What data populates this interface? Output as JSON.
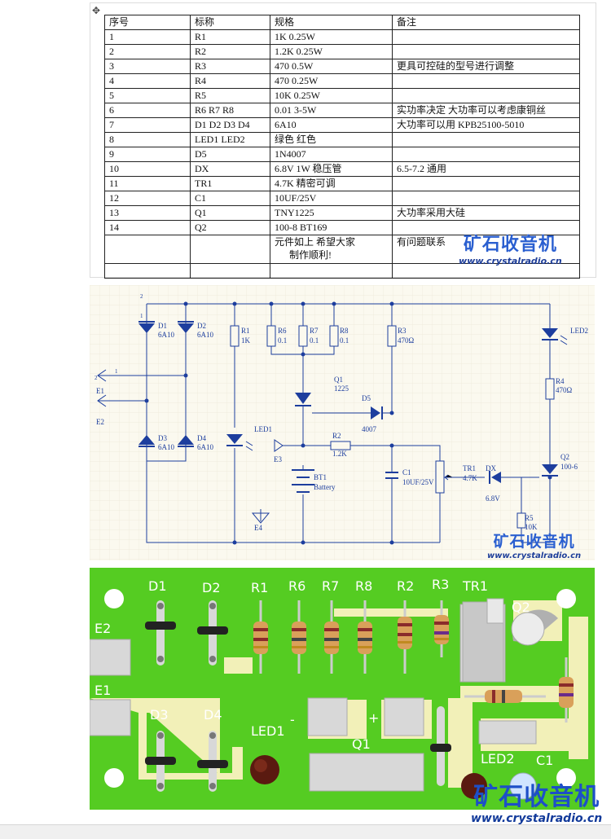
{
  "table": {
    "header": [
      "序号",
      "标称",
      "规格",
      "备注"
    ],
    "rows": [
      [
        "1",
        "R1",
        "1K   0.25W",
        ""
      ],
      [
        "2",
        "R2",
        "1.2K 0.25W",
        ""
      ],
      [
        "3",
        "R3",
        "470    0.5W",
        "更具可控硅的型号进行调整"
      ],
      [
        "4",
        "R4",
        "470    0.25W",
        ""
      ],
      [
        "5",
        "R5",
        "10K    0.25W",
        ""
      ],
      [
        "6",
        "R6 R7 R8",
        "0.01    3-5W",
        "实功率决定  大功率可以考虑康铜丝"
      ],
      [
        "7",
        "D1 D2 D3 D4",
        "6A10",
        "大功率可以用  KPB25100-5010"
      ],
      [
        "8",
        "LED1 LED2",
        "绿色  红色",
        ""
      ],
      [
        "9",
        "D5",
        "1N4007",
        ""
      ],
      [
        "10",
        "DX",
        "6.8V 1W 稳压管",
        "6.5-7.2  通用"
      ],
      [
        "11",
        "TR1",
        "4.7K 精密可调",
        ""
      ],
      [
        "12",
        "C1",
        "10UF/25V",
        ""
      ],
      [
        "13",
        "Q1",
        "TNY1225",
        "大功率采用大硅"
      ],
      [
        "14",
        "Q2",
        "100-8    BT169",
        ""
      ]
    ],
    "closing_line1": "元件如上  希望大家",
    "closing_line2": "制作顺利!",
    "contact": "有问题联系"
  },
  "watermark": {
    "cn": "矿石收音机",
    "url": "www.crystalradio.cn"
  },
  "schematic": {
    "labels": {
      "d1": "D1",
      "d1v": "6A10",
      "d2": "D2",
      "d2v": "6A10",
      "d3": "D3",
      "d3v": "6A10",
      "d4": "D4",
      "d4v": "6A10",
      "r1": "R1",
      "r1v": "1K",
      "r6": "R6",
      "r6v": "0.1",
      "r7": "R7",
      "r7v": "0.1",
      "r8": "R8",
      "r8v": "0.1",
      "r3": "R3",
      "r3v": "470Ω",
      "led2": "LED2",
      "r4": "R4",
      "r4v": "470Ω",
      "q1": "Q1",
      "q1v": "1225",
      "d5": "D5",
      "d5v": "4007",
      "led1": "LED1",
      "r2": "R2",
      "r2v": "1.2K",
      "e1": "E1",
      "e2": "E2",
      "e3": "E3",
      "e4": "E4",
      "bt1": "BT1",
      "bt1v": "Battery",
      "c1": "C1",
      "c1v": "10UF/25V",
      "tr1": "TR1",
      "tr1v": "4.7K",
      "dx": "DX",
      "dxv": "6.8V",
      "q2": "Q2",
      "q2v": "100-6",
      "r5": "R5",
      "r5v": "10K",
      "pin1": "1",
      "pin2": "2",
      "pin1b": "1",
      "pin2b": "2"
    }
  },
  "pcb": {
    "labels": {
      "d1": "D1",
      "d2": "D2",
      "r1": "R1",
      "r6": "R6",
      "r7": "R7",
      "r8": "R8",
      "r2": "R2",
      "r3": "R3",
      "tr1": "TR1",
      "q2": "Q2",
      "e2": "E2",
      "e1": "E1",
      "d3": "D3",
      "d4": "D4",
      "led1": "LED1",
      "minus": "-",
      "plus": "+",
      "q1": "Q1",
      "led2": "LED2",
      "c1": "C1"
    },
    "colors": {
      "board": "#55cc22",
      "copper": "#f2f0b8",
      "pad": "#d8d8d8",
      "hole": "#ffffff",
      "silk": "#ffffff"
    }
  }
}
